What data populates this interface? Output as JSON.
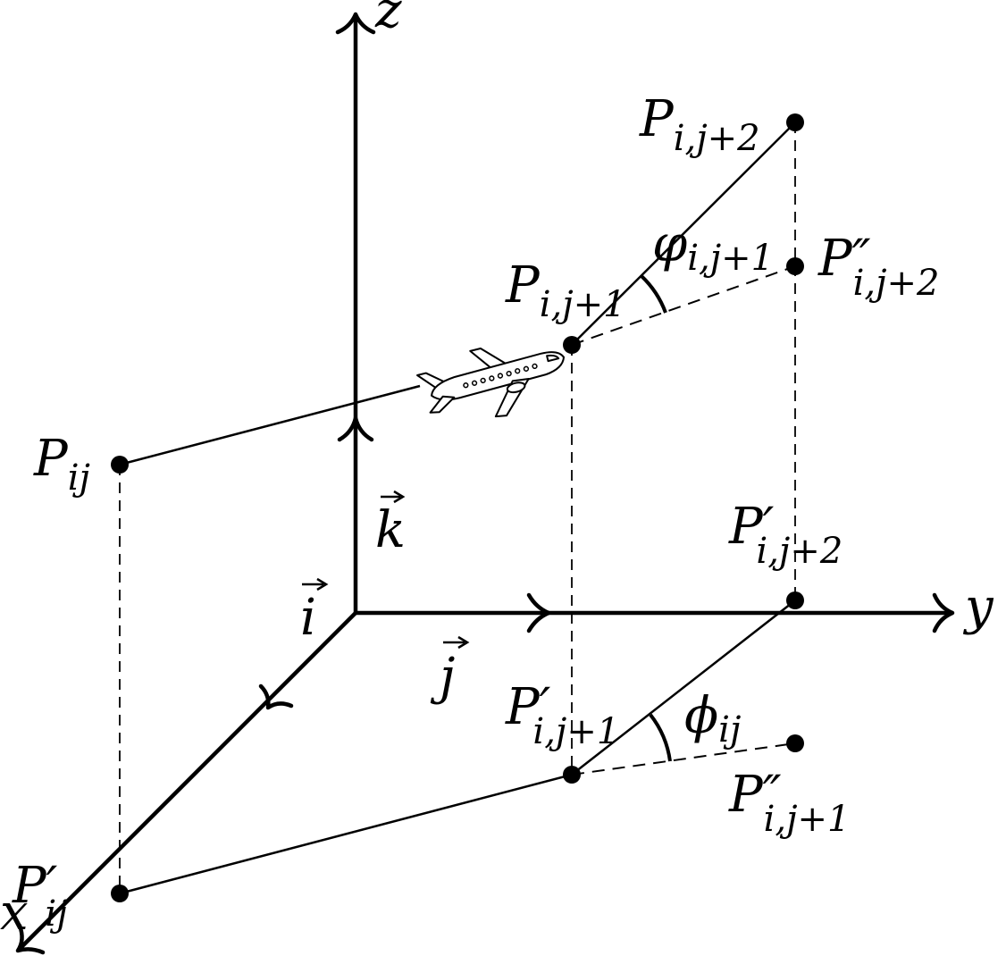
{
  "axes": {
    "x": "x",
    "y": "y",
    "z": "z"
  },
  "unit_vectors": {
    "i": "i",
    "j": "j",
    "k": "k"
  },
  "points": {
    "p_ij": {
      "main": "P",
      "sub": "ij"
    },
    "p_i_j1": {
      "main": "P",
      "sub": "i,j+1"
    },
    "p_i_j2": {
      "main": "P",
      "sub": "i,j+2"
    },
    "pdd_i_j2": {
      "main": "P″",
      "sub": "i,j+2"
    },
    "pp_ij": {
      "main": "P′",
      "sub": "ij"
    },
    "pp_i_j1": {
      "main": "P′",
      "sub": "i,j+1"
    },
    "pp_i_j2": {
      "main": "P′",
      "sub": "i,j+2"
    },
    "pdd_i_j1": {
      "main": "P″",
      "sub": "i,j+1"
    }
  },
  "angles": {
    "varphi": {
      "main": "φ",
      "sub": "i,j+1"
    },
    "phi": {
      "main": "ϕ",
      "sub": "ij"
    }
  },
  "icons": {
    "aircraft": "airplane-icon"
  }
}
